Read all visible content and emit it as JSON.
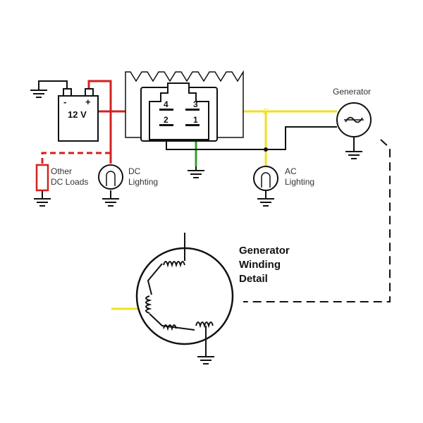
{
  "colors": {
    "red_wire": "#d42020",
    "yellow_wire": "#f0e020",
    "green_wire": "#30a030",
    "black_wire": "#111111"
  },
  "battery": {
    "voltage": "12 V",
    "minus": "-",
    "plus": "+"
  },
  "regulator": {
    "pins": [
      "4",
      "3",
      "2",
      "1"
    ]
  },
  "labels": {
    "generator": "Generator",
    "other_dc_loads": [
      "Other",
      "DC Loads"
    ],
    "dc_lighting": [
      "DC",
      "Lighting"
    ],
    "ac_lighting": [
      "AC",
      "Lighting"
    ],
    "winding_detail": [
      "Generator",
      "Winding",
      "Detail"
    ]
  },
  "icons": {
    "ground": "ground-icon",
    "lamp": "lamp-icon",
    "generator": "ac-generator-icon",
    "coil": "coil-icon"
  }
}
